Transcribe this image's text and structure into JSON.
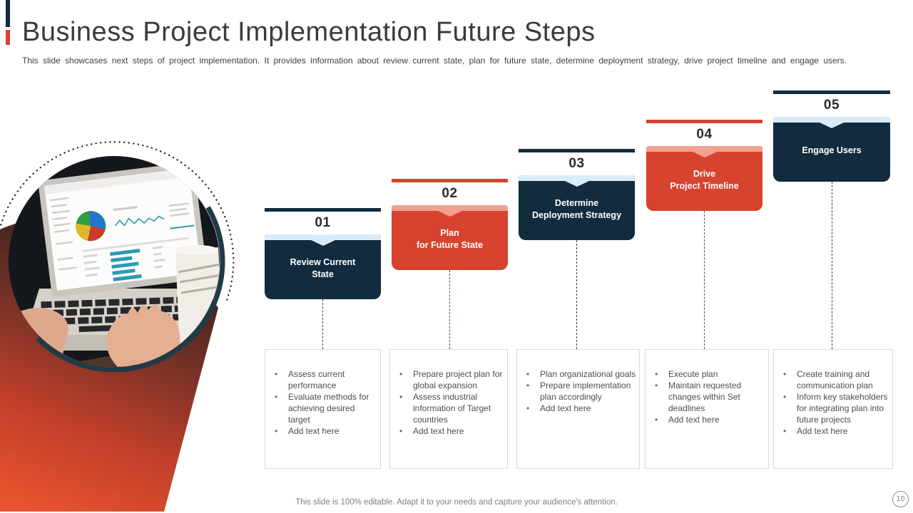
{
  "slide": {
    "title": "Business Project Implementation Future Steps",
    "subtitle": "This slide showcases next steps of project implementation. It provides information about review current state, plan for future state, determine deployment strategy, drive project timeline and engage users.",
    "footer": "This slide is 100% editable. Adapt it to your needs and capture your audience's attention.",
    "page_number": "10"
  },
  "colors": {
    "navy": "#112C3E",
    "red": "#D7432E",
    "navy_tint": "#D9ECF8",
    "red_tint": "#F1A190",
    "title_text": "#3B3B3B",
    "body_text": "#4D4D4D",
    "wedge_gradient_top": "#33201C",
    "wedge_gradient_bottom": "#E8532F"
  },
  "photo": {
    "semantic": "hands-typing-on-laptop-showing-analytics-dashboard-with-coffee-cup"
  },
  "steps": [
    {
      "number": "01",
      "title": "Review Current\nState",
      "theme": "navy",
      "bullets": [
        "Assess current performance",
        "Evaluate methods for achieving desired target",
        "Add text here"
      ]
    },
    {
      "number": "02",
      "title": "Plan\nfor Future State",
      "theme": "red",
      "bullets": [
        "Prepare project plan for global expansion",
        "Assess industrial information of Target countries",
        "Add text here"
      ]
    },
    {
      "number": "03",
      "title": "Determine\nDeployment Strategy",
      "theme": "navy",
      "bullets": [
        "Plan organizational goals",
        "Prepare implementation plan accordingly",
        "Add text here"
      ]
    },
    {
      "number": "04",
      "title": "Drive\nProject Timeline",
      "theme": "red",
      "bullets": [
        "Execute plan",
        "Maintain requested changes within Set deadlines",
        "Add text here"
      ]
    },
    {
      "number": "05",
      "title": "Engage Users",
      "theme": "navy",
      "bullets": [
        "Create training and communication plan",
        "Inform key stakeholders for integrating plan into future projects",
        "Add text here"
      ]
    }
  ]
}
